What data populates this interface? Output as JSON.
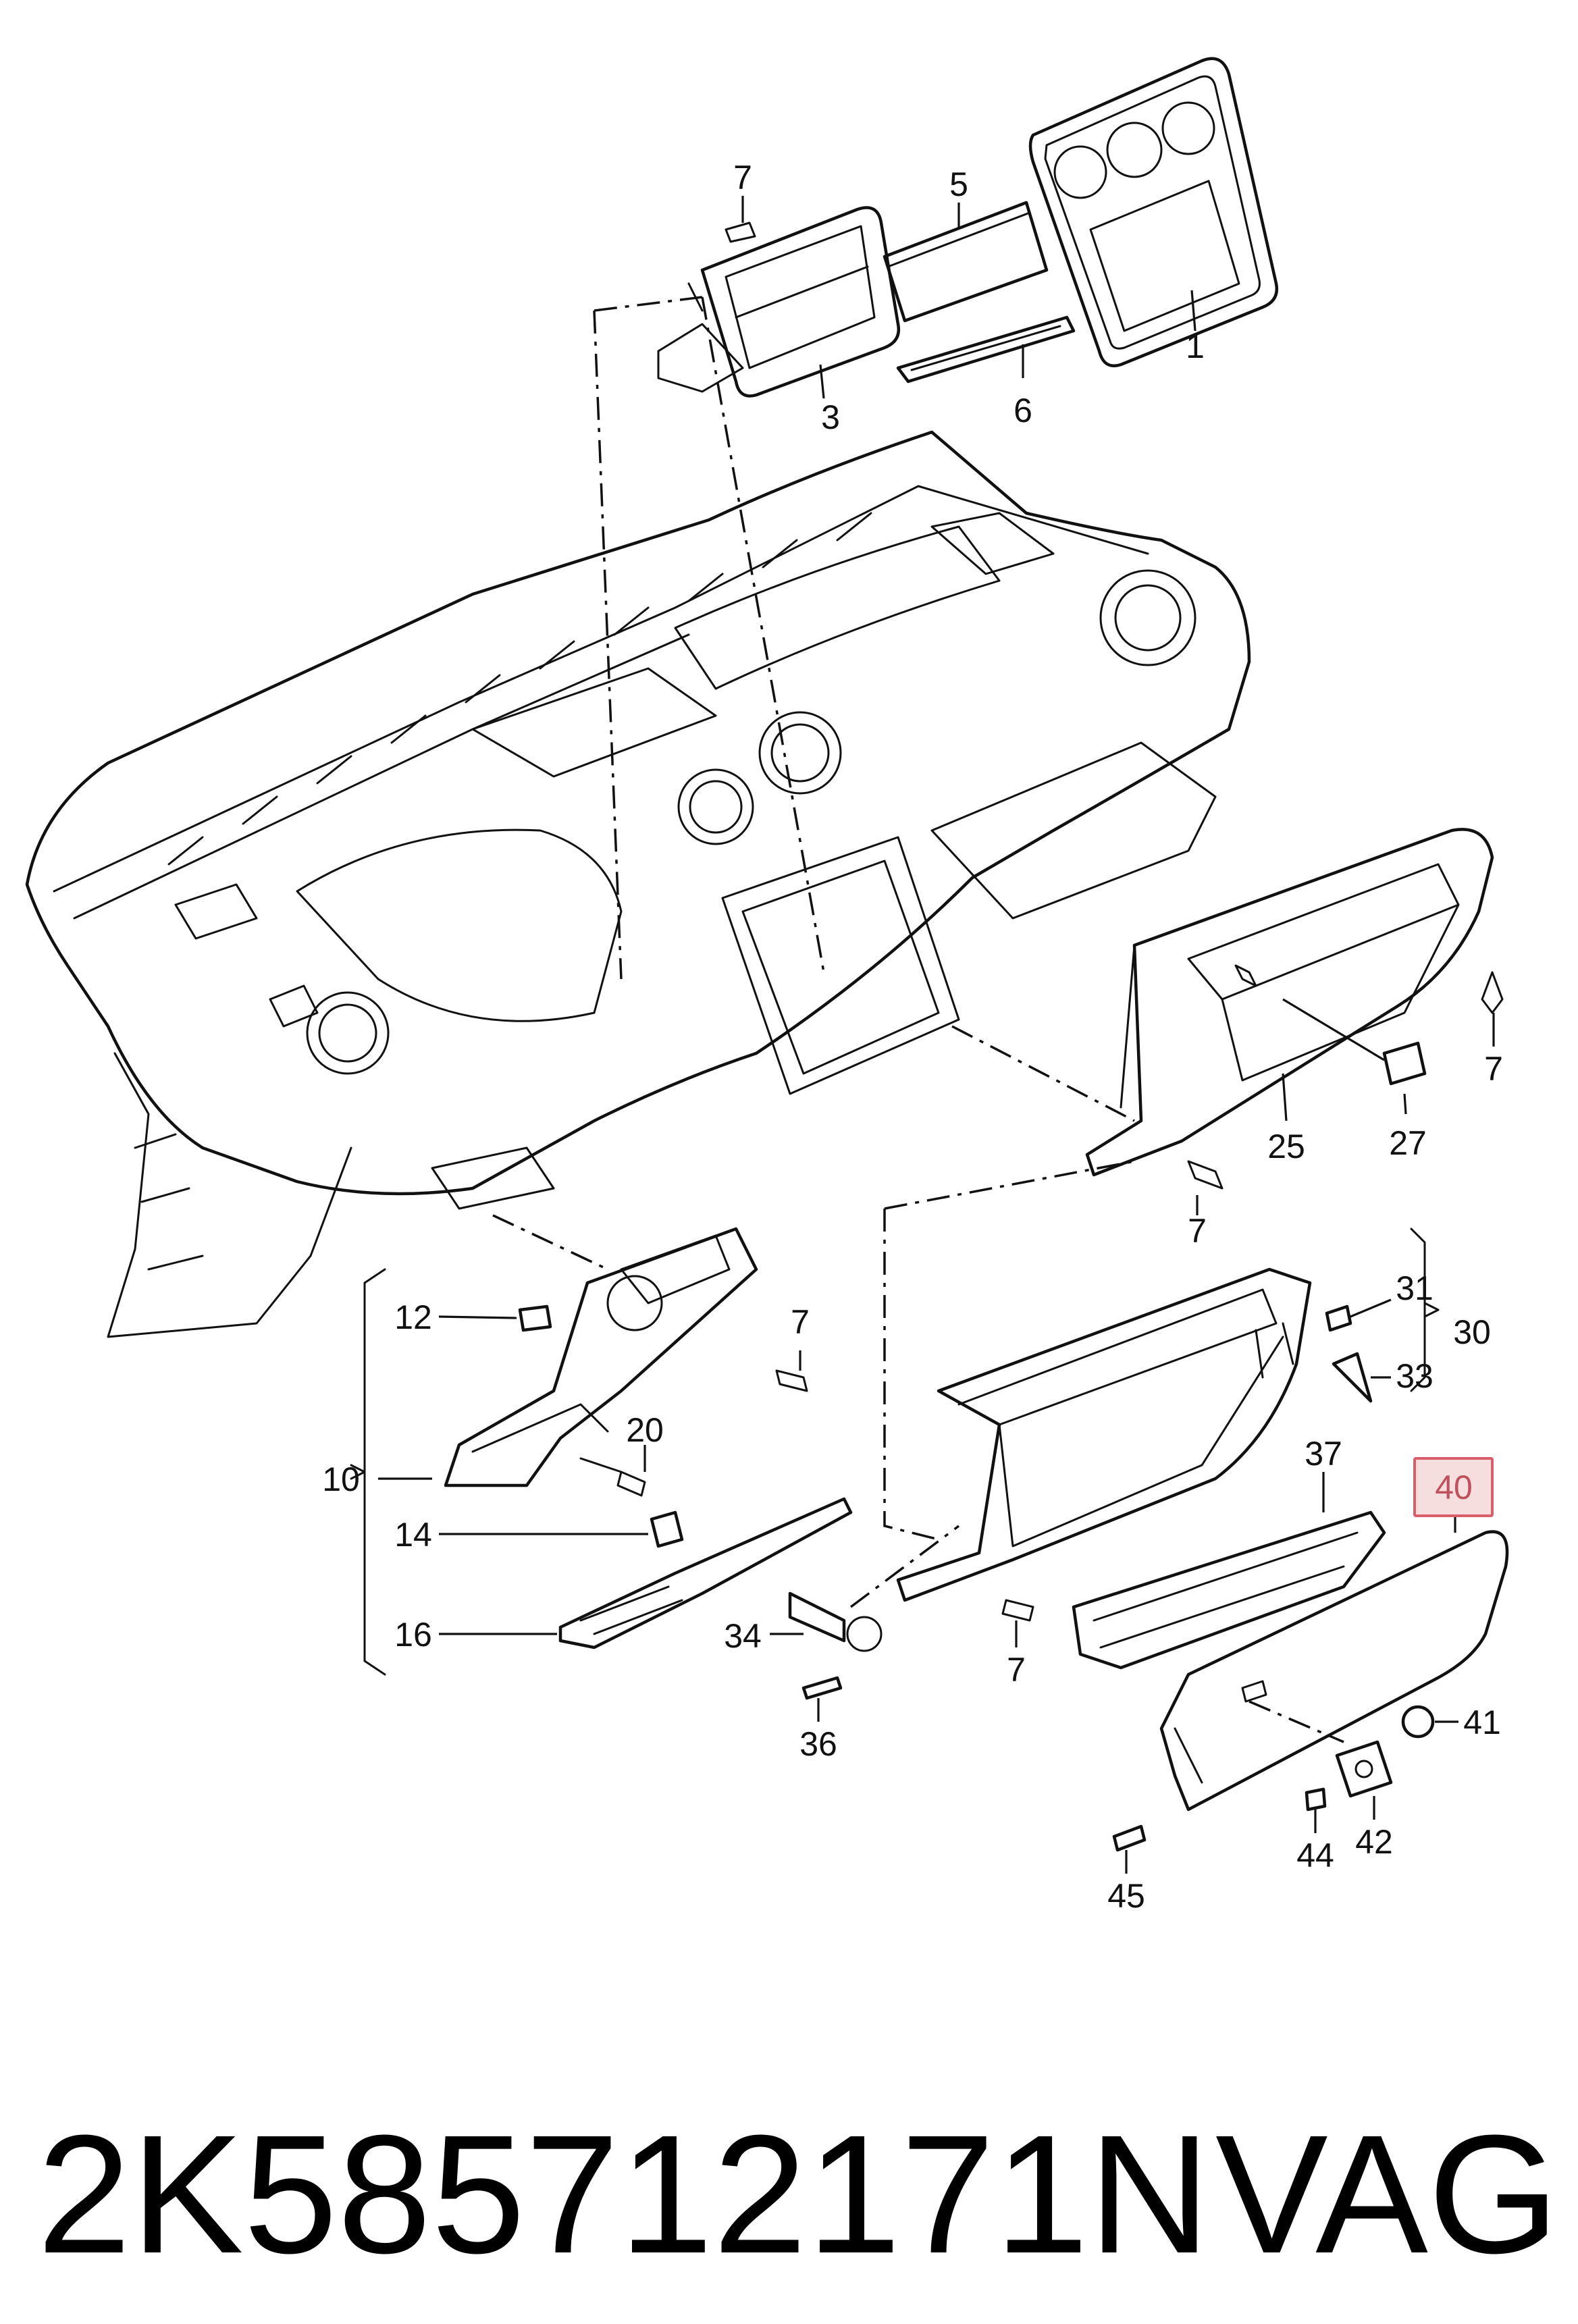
{
  "callouts": {
    "c1": "1",
    "c3": "3",
    "c5": "5",
    "c6": "6",
    "c7a": "7",
    "c7b": "7",
    "c7c": "7",
    "c7d": "7",
    "c7e": "7",
    "c10": "10",
    "c12": "12",
    "c14": "14",
    "c16": "16",
    "c20": "20",
    "c25": "25",
    "c27": "27",
    "c30": "30",
    "c31": "31",
    "c33": "33",
    "c34": "34",
    "c36": "36",
    "c37": "37",
    "c40": "40",
    "c41": "41",
    "c42": "42",
    "c44": "44",
    "c45": "45"
  },
  "highlighted_callout": "40",
  "highlight_color": "#d95d6b",
  "footer": {
    "part_number": "2K585712171N",
    "brand": "VAG"
  }
}
